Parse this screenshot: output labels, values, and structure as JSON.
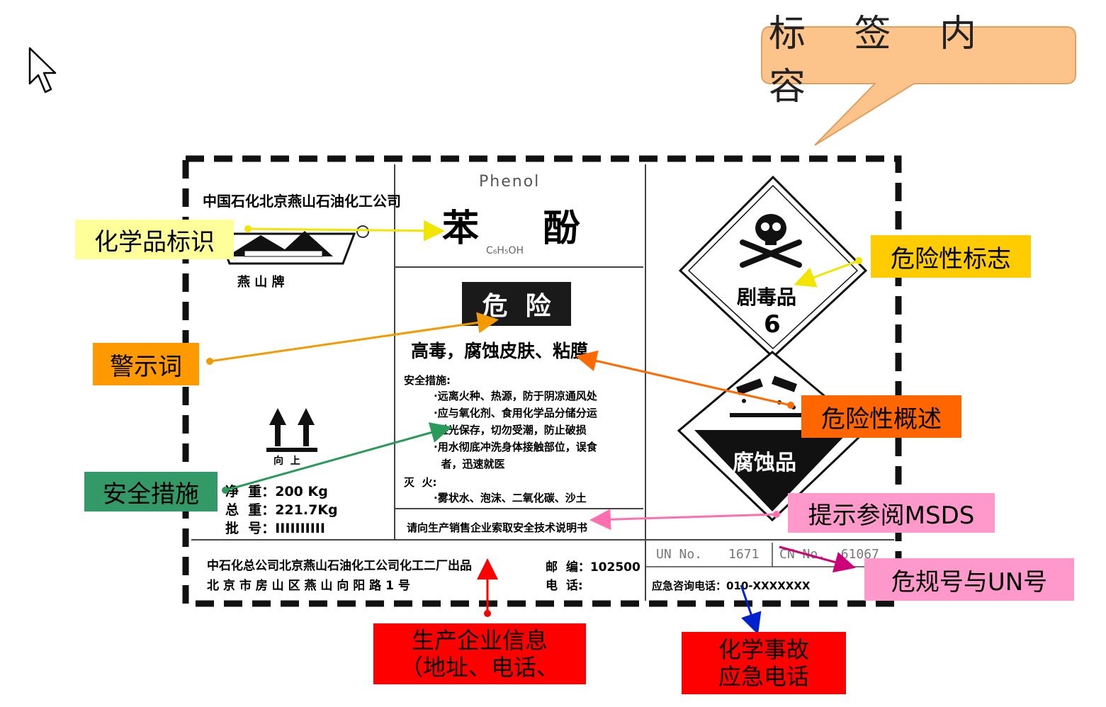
{
  "callout": {
    "title": "标 签 内 容",
    "fill": "#fcc48b"
  },
  "label": {
    "company_top": "中国石化北京燕山石油化工公司",
    "brand": "燕 山 牌",
    "english_name": "Phenol",
    "chinese_name": "苯     酚",
    "formula": "C₆H₅OH",
    "signal_word": "危  险",
    "hazard_summary": "高毒，腐蚀皮肤、粘膜",
    "safety_title": "安全措施:",
    "safety_lines": [
      "·远离火种、热源，防于阴凉通风处",
      "·应与氧化剂、食用化学品分储分运",
      "·避光保存，切勿受潮，防止破损",
      "·用水彻底冲洗身体接触部位，误食",
      "  者，迅速就医"
    ],
    "fire_title": "灭  火:",
    "fire_line": "·雾状水、泡沫、二氧化碳、沙土",
    "msds_line": "请向生产销售企业索取安全技术说明书",
    "arrow_caption": "向  上",
    "net_weight": "净  重：200 Kg",
    "gross_weight": "总  重：221.7Kg",
    "batch_no": "批  号：IIIIIIIIII",
    "producer_line1": "中石化总公司北京燕山石油化工公司化工二厂出品",
    "producer_line2": "北 京 市 房 山 区 燕 山 向 阳 路 1 号",
    "postcode": "邮  编：102500",
    "phone": "电  话:",
    "un_no_label": "UN No.",
    "un_no_value": "1671",
    "cn_no": "CN No.  61067",
    "emergency_phone": "应急咨询电话：010-XXXXXXX",
    "pictogram_toxic_text": "剧毒品",
    "pictogram_toxic_class": "6",
    "pictogram_corrosive_text": "腐蚀品"
  },
  "annotations": {
    "chemical_id": {
      "text": "化学品标识",
      "bg": "#ffff99"
    },
    "signal_word": {
      "text": "警示词",
      "bg": "#ff9900"
    },
    "safety": {
      "text": "安全措施",
      "bg": "#339966"
    },
    "hazard_symbol": {
      "text": "危险性标志",
      "bg": "#ffcc00"
    },
    "hazard_summary": {
      "text": "危险性概述",
      "bg": "#ff6600"
    },
    "msds": {
      "text": "提示参阅MSDS",
      "bg": "#ff99cc"
    },
    "un_number": {
      "text": "危规号与UN号",
      "bg": "#ff99cc"
    },
    "producer_line1": "生产企业信息",
    "producer_line2": "（地址、电话、",
    "emergency_line1": "化学事故",
    "emergency_line2": "应急电话",
    "red_bg": "#ff0000"
  },
  "colors": {
    "yellow_line": "#f2e600",
    "orange_line": "#f29a00",
    "green_line": "#2a9a5a",
    "orange_red_line": "#ff6a00",
    "pink_line": "#ff6fb0",
    "magenta_line": "#cc0077",
    "red_line": "#ff0000",
    "blue_line": "#0022cc"
  },
  "cursor_icon": "arrow-cursor-icon"
}
